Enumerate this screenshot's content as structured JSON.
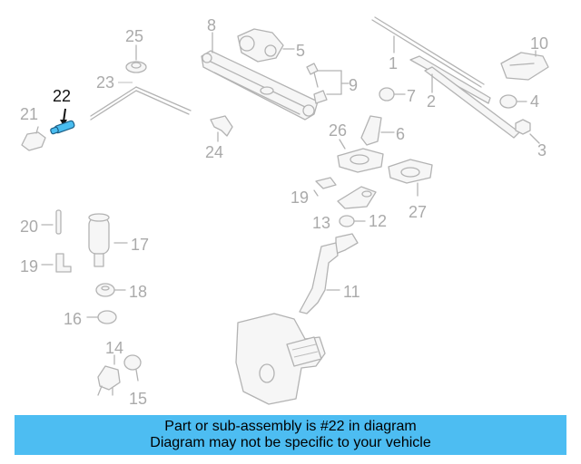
{
  "labels": {
    "p1": "1",
    "p2": "2",
    "p3": "3",
    "p4": "4",
    "p5": "5",
    "p6": "6",
    "p7": "7",
    "p8": "8",
    "p9": "9",
    "p10": "10",
    "p11": "11",
    "p12": "12",
    "p13": "13",
    "p14": "14",
    "p15": "15",
    "p16": "16",
    "p17": "17",
    "p18": "18",
    "p19a": "19",
    "p19b": "19",
    "p20": "20",
    "p21": "21",
    "p22": "22",
    "p23": "23",
    "p24": "24",
    "p25": "25",
    "p26": "26",
    "p27": "27"
  },
  "highlight_color": "#49bdf0",
  "banner": {
    "color": "#4dbdf2",
    "line1": "Part or sub-assembly is #22 in diagram",
    "line2": "Diagram may not be specific to your vehicle"
  }
}
